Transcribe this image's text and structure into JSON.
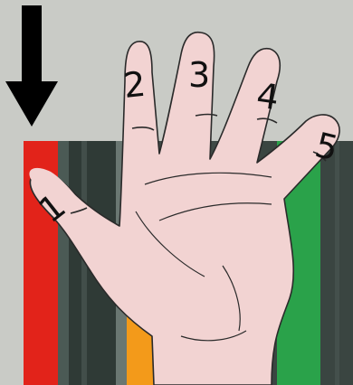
{
  "colors": {
    "background": "#c9cbc6",
    "arrow": "#000000",
    "skin": "#f2d3d2",
    "outline": "#2a2a2a",
    "stripes": [
      "#e2231a",
      "#2f3a36",
      "#4b5a55",
      "#f39a1a",
      "#3f4a46",
      "#f2e000",
      "#2aa24a",
      "#3a4541"
    ]
  },
  "icons": {
    "arrow": "down-arrow-icon",
    "hand": "hand-icon"
  },
  "fingers": [
    {
      "label": "1"
    },
    {
      "label": "2"
    },
    {
      "label": "3"
    },
    {
      "label": "4"
    },
    {
      "label": "5"
    }
  ]
}
